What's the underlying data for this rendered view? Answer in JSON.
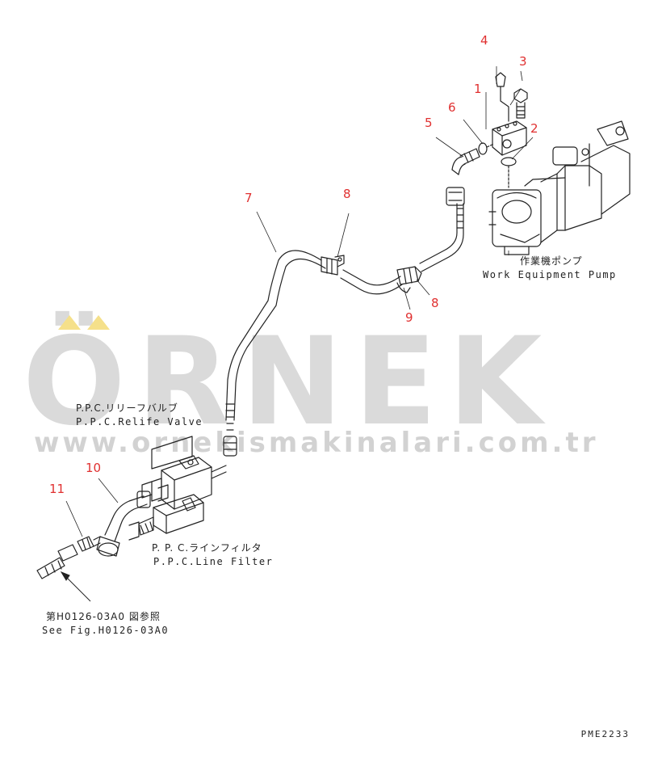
{
  "watermark": {
    "brand": "ÖRNEK",
    "url": "www.ornekismakinalari.com.tr",
    "accent_color": "#f5e08a"
  },
  "callouts": [
    "1",
    "2",
    "3",
    "4",
    "5",
    "6",
    "7",
    "8",
    "8",
    "9",
    "10",
    "11"
  ],
  "labels": {
    "pump_jp": "作業機ポンプ",
    "pump_en": "Work Equipment Pump",
    "relief_jp": "P.P.C.リリーフバルブ",
    "relief_en": "P.P.C.Relife Valve",
    "filter_jp": "P. P. C.ラインフィルタ",
    "filter_en": "P.P.C.Line Filter",
    "ref_jp": "第H0126-03A0 図参照",
    "ref_en": "See Fig.H0126-03A0"
  },
  "drawing_code": "PME2233",
  "colors": {
    "line": "#222222",
    "callout": "#e03030"
  }
}
